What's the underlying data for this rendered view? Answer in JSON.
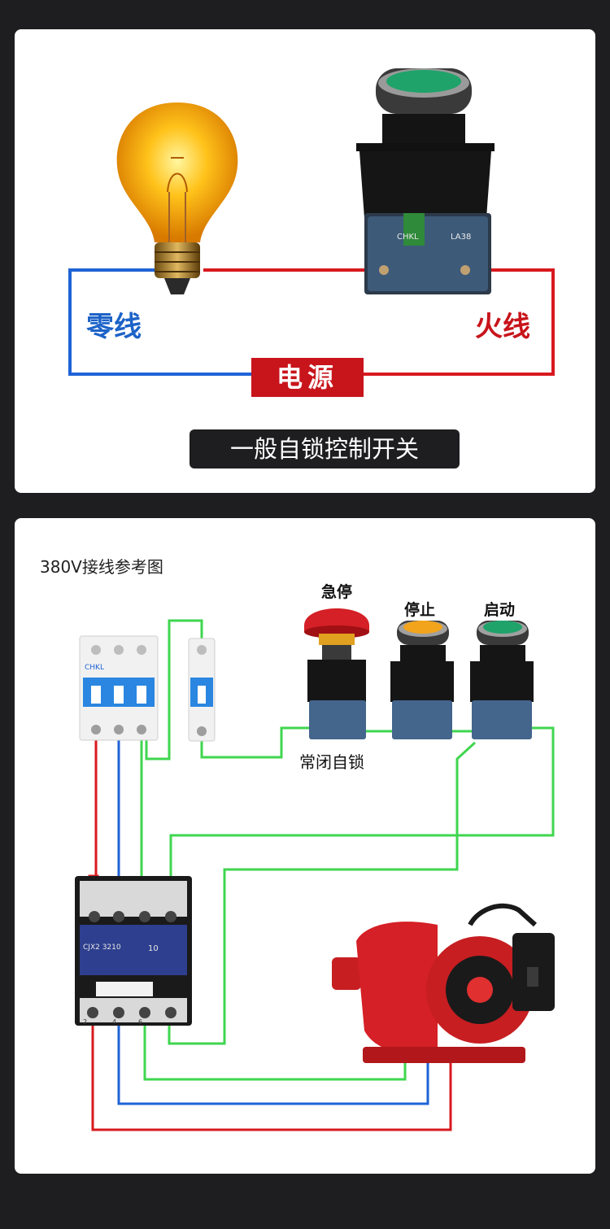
{
  "panel1": {
    "neutral_label": "零线",
    "live_label": "火线",
    "power_label": "电源",
    "caption": "一般自锁控制开关",
    "switch_brand": "CHKL",
    "switch_model": "LA38"
  },
  "panel2": {
    "title": "380V接线参考图",
    "buttons": [
      {
        "label": "急停"
      },
      {
        "label": "停止"
      },
      {
        "label": "启动"
      }
    ],
    "nc_self_lock_label": "常闭自锁",
    "breaker_brand": "CHKL",
    "contactor_model": "CJX2 3210",
    "contactor_aux": "10",
    "terminals_bottom": [
      "2",
      "4",
      "6"
    ]
  },
  "colors": {
    "live_wire": "#d8191f",
    "neutral_wire": "#1f63d6",
    "green_wire": "#3fd64f",
    "dark_bg": "#1e1e20"
  }
}
